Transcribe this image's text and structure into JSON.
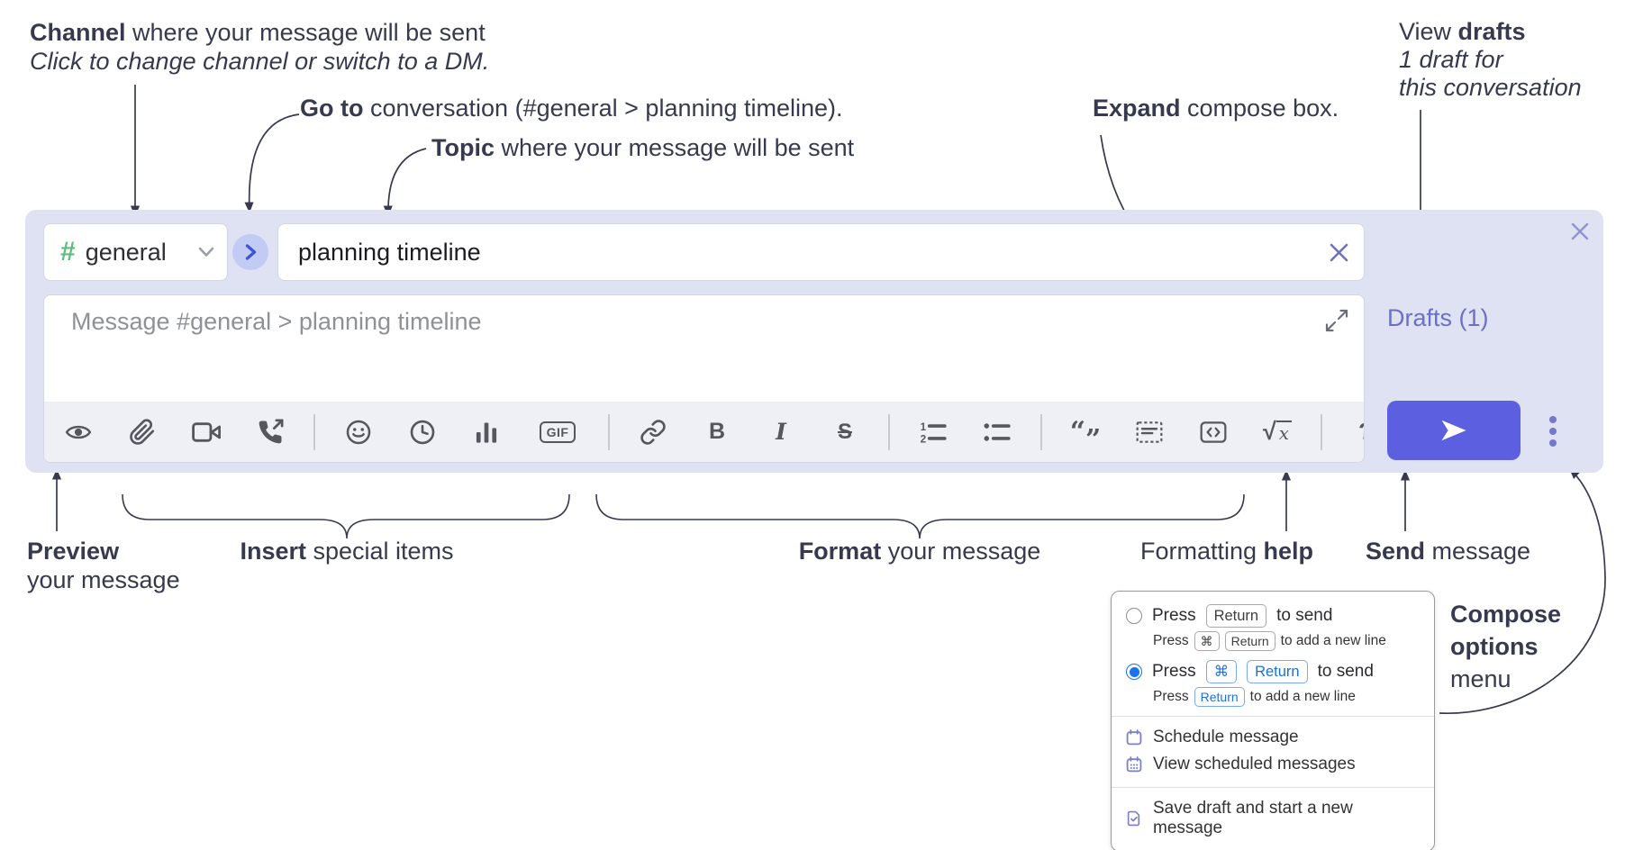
{
  "colors": {
    "panel_lavender": "#dfe2f2",
    "accent_blue": "#5c5fe0",
    "link_purple": "#6b70c5",
    "hash_green": "#5cbf7f",
    "toolbar_icon_gray": "#54575e",
    "key_blue": "#1f6fd6",
    "radio_selected_blue": "#1a73e8",
    "annotation_text": "#373a4e"
  },
  "annotations": {
    "channel": {
      "bold": "Channel",
      "rest": " where your message will be sent",
      "sub": "Click to change channel or switch to a DM."
    },
    "goto": {
      "bold": "Go to",
      "rest": " conversation (#general > planning timeline)."
    },
    "topic": {
      "bold": "Topic",
      "rest": " where your message will be sent"
    },
    "expand": {
      "bold": "Expand",
      "rest": " compose box."
    },
    "drafts": {
      "pre": "View ",
      "bold": "drafts",
      "line2": "1 draft for",
      "line3": "this conversation"
    },
    "preview": {
      "bold": "Preview",
      "line2": "your message"
    },
    "insert": {
      "bold": "Insert",
      "rest": " special items"
    },
    "format": {
      "bold": "Format",
      "rest": " your message"
    },
    "formatting_help": {
      "pre": "Formatting ",
      "bold": "help"
    },
    "send": {
      "bold": "Send",
      "rest": " message"
    },
    "compose_options": {
      "line1": "Compose",
      "line2": "options",
      "line3": "menu"
    }
  },
  "compose": {
    "channel_selector": {
      "hash": "#",
      "name": "general"
    },
    "topic_input": {
      "value": "planning timeline"
    },
    "message_input": {
      "placeholder": "Message #general > planning timeline"
    },
    "drafts_link": "Drafts (1)",
    "toolbar": {
      "gif": "GIF",
      "bold": "B",
      "italic": "I",
      "strike": "S",
      "ol1": "1",
      "ol2": "2",
      "quote_open": "“",
      "quote_close": "”",
      "sqrt": "√",
      "math_x": "x",
      "help": "?"
    }
  },
  "popup": {
    "option1": {
      "press": "Press",
      "key": "Return",
      "rest": "to send",
      "sub_press": "Press",
      "sub_key1": "⌘",
      "sub_key2": "Return",
      "sub_rest": "to add a new line"
    },
    "option2": {
      "press": "Press",
      "key1": "⌘",
      "key2": "Return",
      "rest": "to send",
      "sub_press": "Press",
      "sub_key": "Return",
      "sub_rest": "to add a new line"
    },
    "items": [
      {
        "label": "Schedule message"
      },
      {
        "label": "View scheduled messages"
      },
      {
        "label": "Save draft and start a new message"
      }
    ]
  }
}
